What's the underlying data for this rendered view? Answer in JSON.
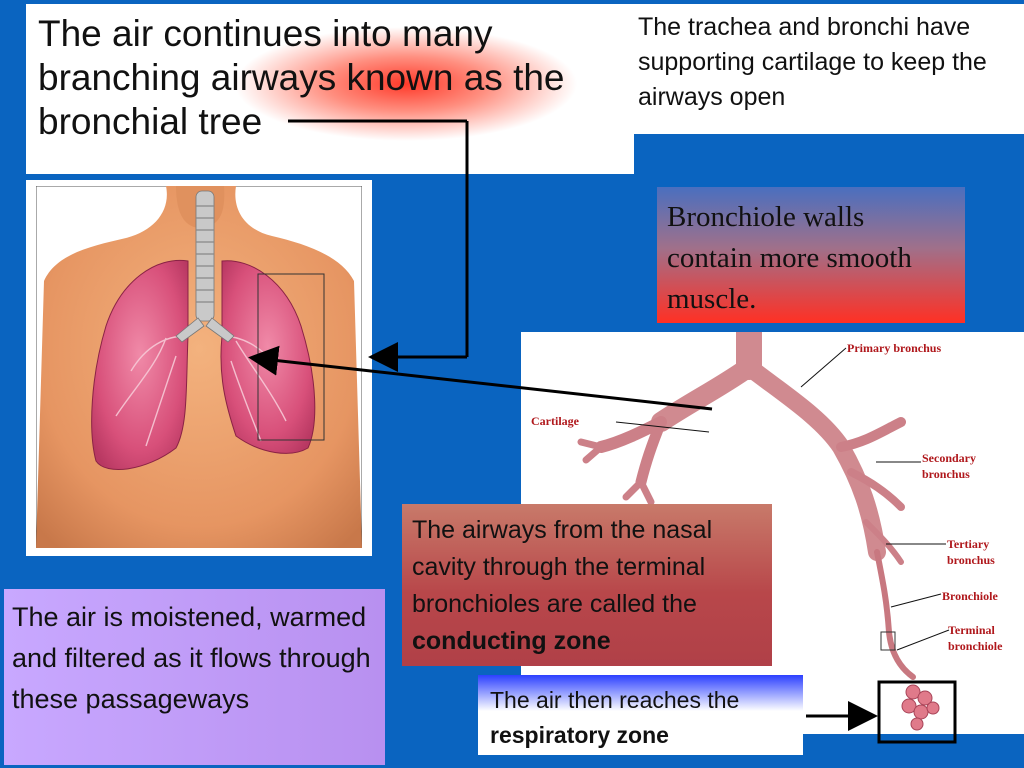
{
  "slide": {
    "title": "The air continues into many branching airways known as the bronchial tree",
    "trachea_note": "The trachea and bronchi have supporting cartilage to keep the airways open",
    "bronchiole_note": "Bronchiole walls contain more smooth muscle.",
    "conducting_note": {
      "text": "The airways from the nasal cavity through the terminal bronchioles are called the ",
      "bold": "conducting zone"
    },
    "moist_note": "The air is moistened, warmed and filtered as it flows through these passageways",
    "respiratory_note": {
      "text": "The air then reaches the ",
      "bold": "respiratory zone"
    }
  },
  "diagram": {
    "labels": {
      "primary": "Primary bronchus",
      "cartilage": "Cartilage",
      "secondary_1": "Secondary",
      "secondary_2": "bronchus",
      "tertiary_1": "Tertiary",
      "tertiary_2": "bronchus",
      "bronchiole": "Bronchiole",
      "terminal_1": "Terminal",
      "terminal_2": "bronchiole"
    }
  },
  "colors": {
    "background": "#0a64c0",
    "label_red": "#b0181c"
  }
}
